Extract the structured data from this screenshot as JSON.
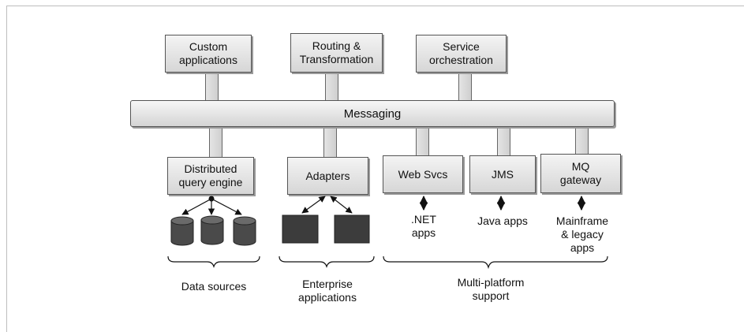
{
  "diagram": {
    "top_boxes": {
      "custom_apps": "Custom\napplications",
      "routing": "Routing &\nTransformation",
      "orchestration": "Service\norchestration"
    },
    "bus_label": "Messaging",
    "bottom_boxes": {
      "query_engine": "Distributed\nquery engine",
      "adapters": "Adapters",
      "web_svcs": "Web Svcs",
      "jms": "JMS",
      "mq_gateway": "MQ\ngateway"
    },
    "endpoints": {
      "dotnet": ".NET\napps",
      "java": "Java apps",
      "mainframe": "Mainframe\n& legacy\napps"
    },
    "groups": {
      "data_sources": "Data sources",
      "enterprise": "Enterprise\napplications",
      "multiplatform": "Multi-platform\nsupport"
    },
    "colors": {
      "database": "#4a4a4a",
      "app_block": "#3c3c3c",
      "box_fill": "#e0e0e0",
      "line": "#111111"
    }
  }
}
